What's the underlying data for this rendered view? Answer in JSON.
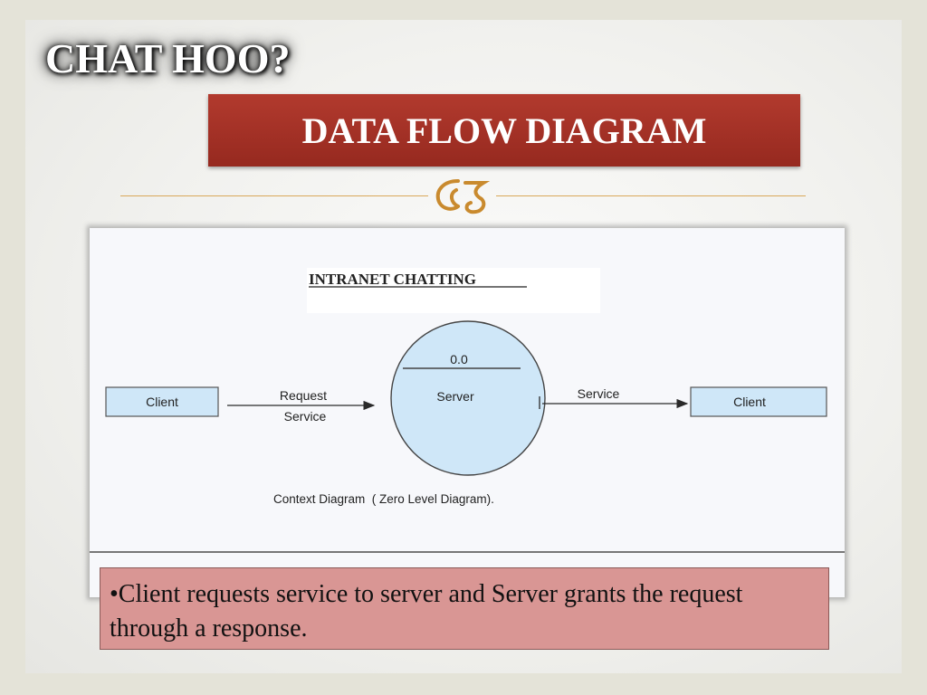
{
  "slide": {
    "title": "CHAT HOO?",
    "subtitle": "DATA FLOW DIAGRAM",
    "ornament_icon": "scroll-flourish-icon",
    "note_text": "•Client requests service to server and Server grants the request through a response.",
    "colors": {
      "subtitle_bg": "#a8352a",
      "note_bg": "#d99694",
      "accent_gold": "#d9a85a",
      "process_fill": "#cfe7f8",
      "entity_fill": "#cfe7f8"
    }
  },
  "diagram": {
    "heading": "INTRANET CHATTING",
    "process": {
      "id": "0.0",
      "label": "Server"
    },
    "entities": {
      "left": "Client",
      "right": "Client"
    },
    "flows": {
      "left_line1": "Request",
      "left_line2": "Service",
      "right": "Service"
    },
    "caption": "Context Diagram  ( Zero Level Diagram)."
  }
}
